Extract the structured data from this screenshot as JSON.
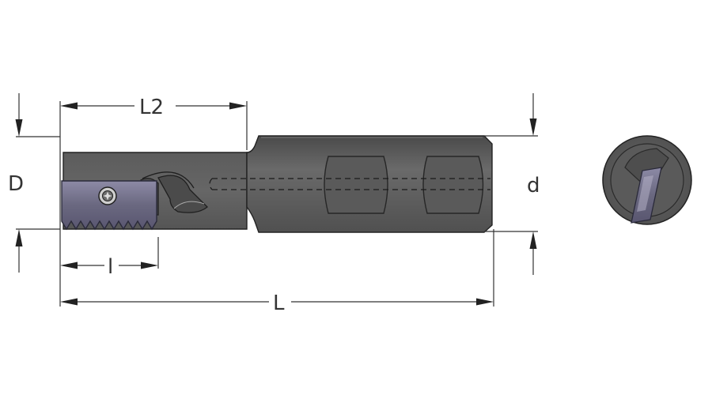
{
  "labels": {
    "L2": "L2",
    "D": "D",
    "d": "d",
    "l": "l",
    "L": "L"
  },
  "colors": {
    "body_dark": "#535353",
    "body_light": "#6a6a6a",
    "insert": "#6a6880",
    "insert_highlight": "#8d8aa6",
    "line": "#222222"
  }
}
